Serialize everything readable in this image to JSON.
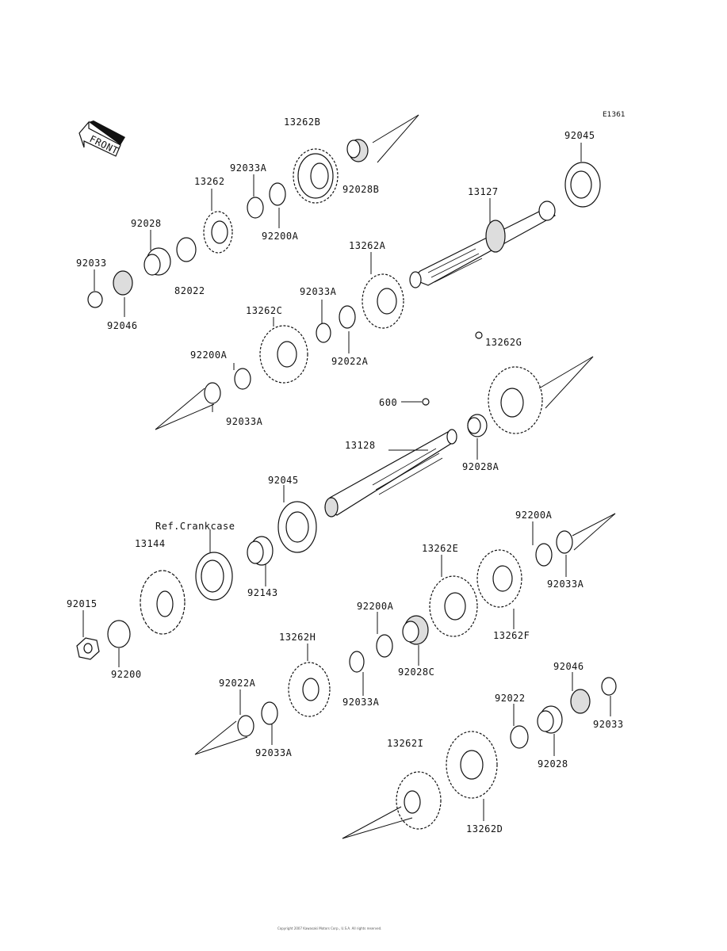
{
  "diagram_code": "E1361",
  "front_label": "FRONT",
  "labels": {
    "p13262B": "13262B",
    "p92028B": "92028B",
    "p92045_top": "92045",
    "p92033A_1": "92033A",
    "p13262": "13262",
    "p92200A_1": "92200A",
    "p13127": "13127",
    "p92028": "92028",
    "p92033_1": "92033",
    "p82022": "82022",
    "p92046_1": "92046",
    "p13262A": "13262A",
    "p92033A_2": "92033A",
    "p13262C": "13262C",
    "p92200A_2": "92200A",
    "p92022A_1": "92022A",
    "p92033A_3": "92033A",
    "p13262G": "13262G",
    "p600": "600",
    "p13128": "13128",
    "p92028A": "92028A",
    "p92045_mid": "92045",
    "pRefCrankcase": "Ref.Crankcase",
    "p13144": "13144",
    "p92143": "92143",
    "p92200A_3": "92200A",
    "p13262E": "13262E",
    "p92033A_4": "92033A",
    "p92015": "92015",
    "p92200": "92200",
    "p92200A_4": "92200A",
    "p13262F": "13262F",
    "p13262H": "13262H",
    "p92028C": "92028C",
    "p92033A_5": "92033A",
    "p92022A_2": "92022A",
    "p92033A_6": "92033A",
    "p92046_2": "92046",
    "p92022": "92022",
    "p92033_2": "92033",
    "p92028_2": "92028",
    "p13262I": "13262I",
    "p13262D": "13262D"
  },
  "footer_text": "Copyright 2007 Kawasaki Motors Corp., U.S.A. All rights reserved."
}
